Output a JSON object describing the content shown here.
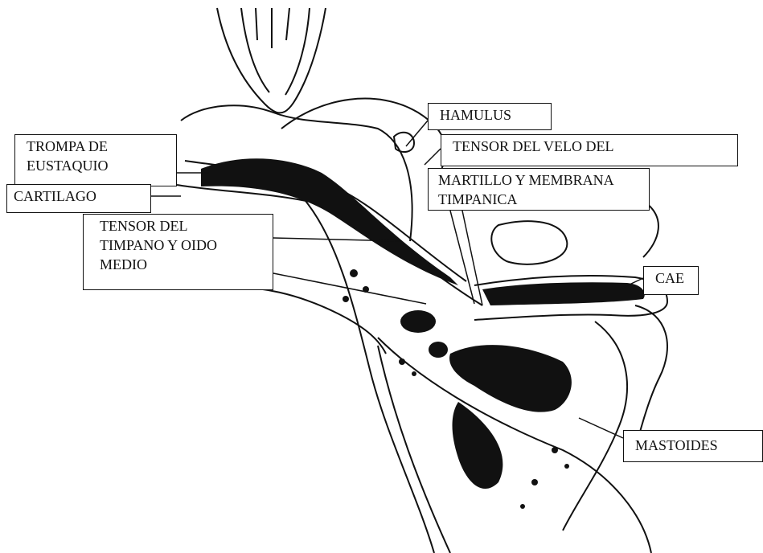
{
  "diagram": {
    "labels": {
      "hamulus": "HAMULUS",
      "trompa": "TROMPA DE\nEUSTAQUIO",
      "tensor_velo": "TENSOR DEL VELO DEL",
      "cartilago": "CARTILAGO",
      "martillo": "MARTILLO Y MEMBRANA\nTIMPANICA",
      "tensor_timpano": "TENSOR DEL\nTIMPANO Y OIDO\nMEDIO",
      "cae": "CAE",
      "mastoides": "MASTOIDES"
    },
    "colors": {
      "ink": "#111111",
      "background": "#ffffff"
    }
  }
}
